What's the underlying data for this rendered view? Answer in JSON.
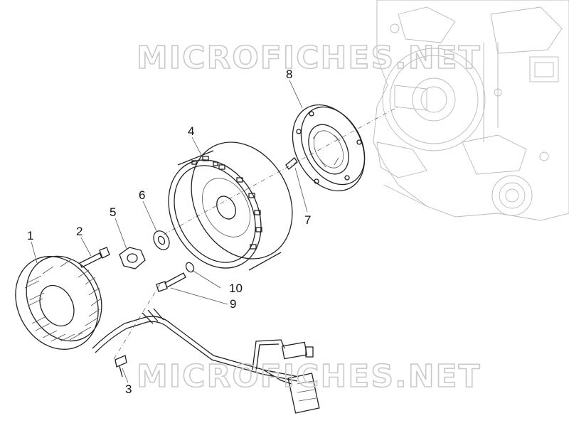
{
  "watermark": {
    "text": "MICROFICHES.NET"
  },
  "callouts": [
    {
      "label": "1"
    },
    {
      "label": "2"
    },
    {
      "label": "3"
    },
    {
      "label": "4"
    },
    {
      "label": "5"
    },
    {
      "label": "6"
    },
    {
      "label": "7"
    },
    {
      "label": "8"
    },
    {
      "label": "9"
    },
    {
      "label": "10"
    }
  ],
  "colors": {
    "ink": "#111111",
    "ghost": "#b9b9b9",
    "watermark": "#c9c9c9"
  }
}
